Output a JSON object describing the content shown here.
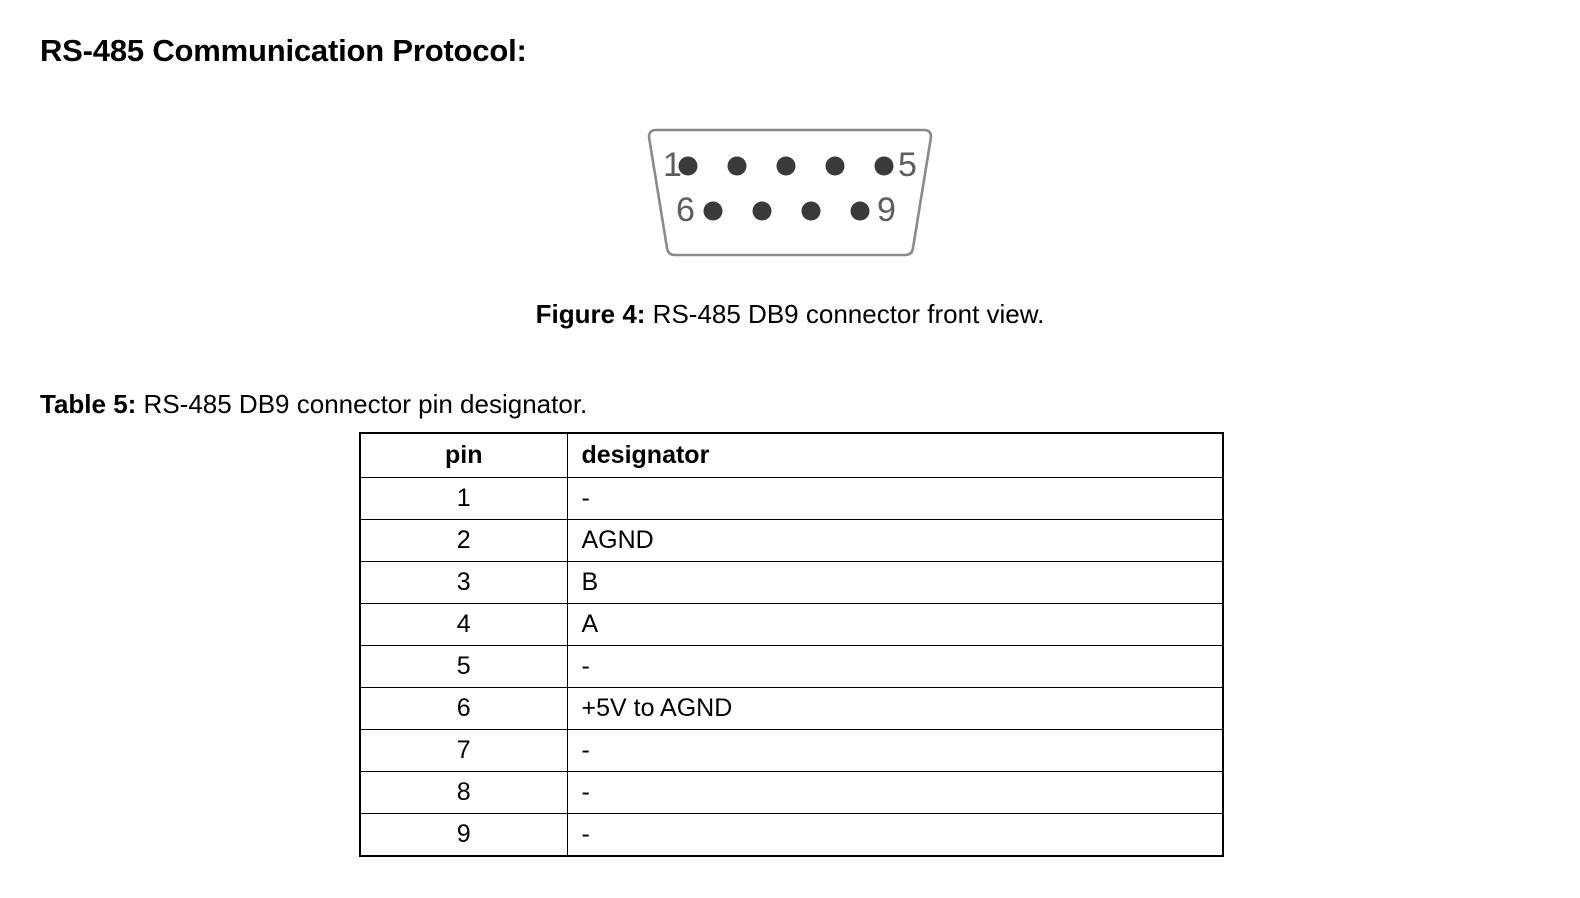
{
  "section": {
    "title": "RS-485 Communication Protocol:"
  },
  "figure": {
    "name": "db9-connector-front-view",
    "caption_label": "Figure 4:",
    "caption_text": " RS-485 DB9 connector front view.",
    "outline_color": "#8a8a8a",
    "pin_color": "#3a3a3a",
    "label_color": "#5d5d5d",
    "pin_labels": {
      "top_left": "1",
      "top_right": "5",
      "bottom_left": "6",
      "bottom_right": "9"
    },
    "top_row_pin_count": 5,
    "bottom_row_pin_count": 4
  },
  "table": {
    "caption_label": "Table 5:",
    "caption_text": " RS-485 DB9 connector pin designator.",
    "columns": [
      "pin",
      "designator"
    ],
    "rows": [
      {
        "pin": "1",
        "designator": "-"
      },
      {
        "pin": "2",
        "designator": "AGND"
      },
      {
        "pin": "3",
        "designator": "B"
      },
      {
        "pin": "4",
        "designator": "A"
      },
      {
        "pin": "5",
        "designator": "-"
      },
      {
        "pin": "6",
        "designator": "+5V to AGND"
      },
      {
        "pin": "7",
        "designator": "-"
      },
      {
        "pin": "8",
        "designator": "-"
      },
      {
        "pin": "9",
        "designator": "-"
      }
    ]
  }
}
